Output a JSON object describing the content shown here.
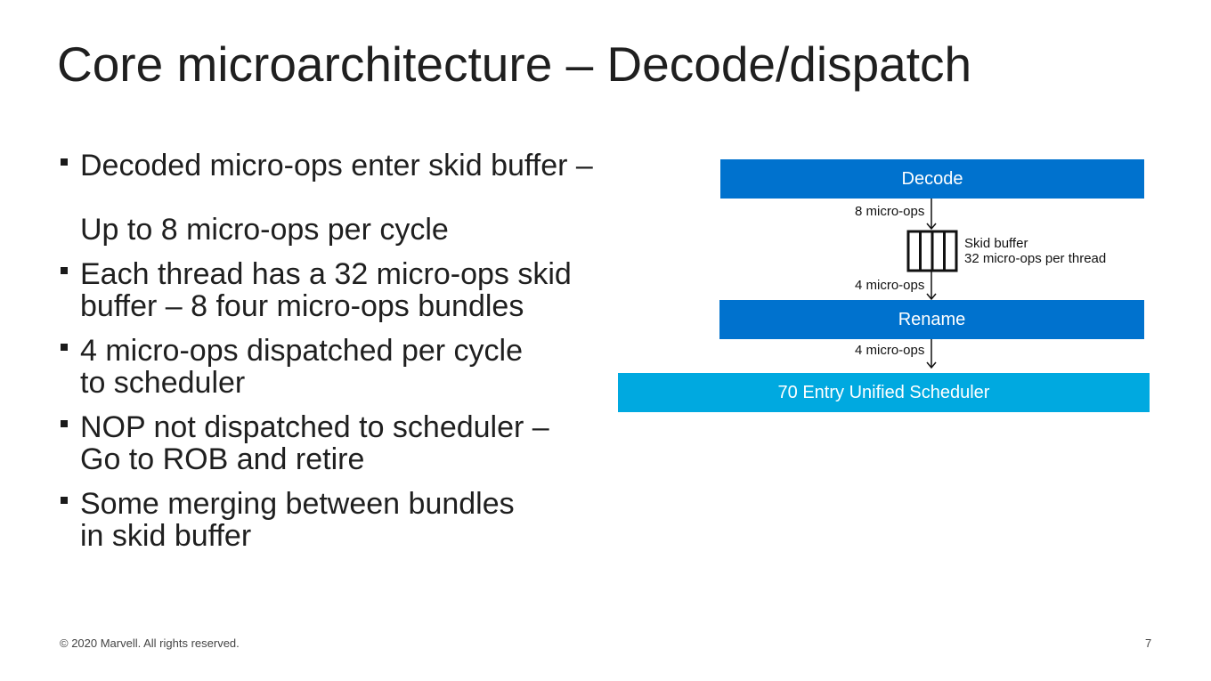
{
  "slide": {
    "title": "Core microarchitecture – Decode/dispatch"
  },
  "bullets": [
    {
      "lines": [
        "Decoded micro-ops enter skid buffer –",
        "Up to 8 micro-ops per cycle"
      ]
    },
    {
      "lines": [
        "Each thread has a 32 micro-ops skid",
        "buffer – 8 four micro-ops bundles"
      ]
    },
    {
      "lines": [
        "4 micro-ops dispatched per cycle",
        "to scheduler"
      ]
    },
    {
      "lines": [
        "NOP not dispatched to scheduler –",
        "Go to ROB and retire"
      ]
    },
    {
      "lines": [
        "Some merging between bundles",
        "in skid buffer"
      ]
    }
  ],
  "diagram": {
    "decode_label": "Decode",
    "arrow1_label": "8 micro-ops",
    "skid_buffer_title": "Skid buffer",
    "skid_buffer_detail": "32 micro-ops per thread",
    "arrow2_label": "4 micro-ops",
    "rename_label": "Rename",
    "arrow3_label": "4 micro-ops",
    "scheduler_label": "70 Entry Unified Scheduler",
    "colors": {
      "decode": "#0072ce",
      "rename": "#0072ce",
      "scheduler": "#00a9e0"
    }
  },
  "footer": {
    "copyright": "© 2020 Marvell. All rights reserved.",
    "page_number": "7"
  }
}
